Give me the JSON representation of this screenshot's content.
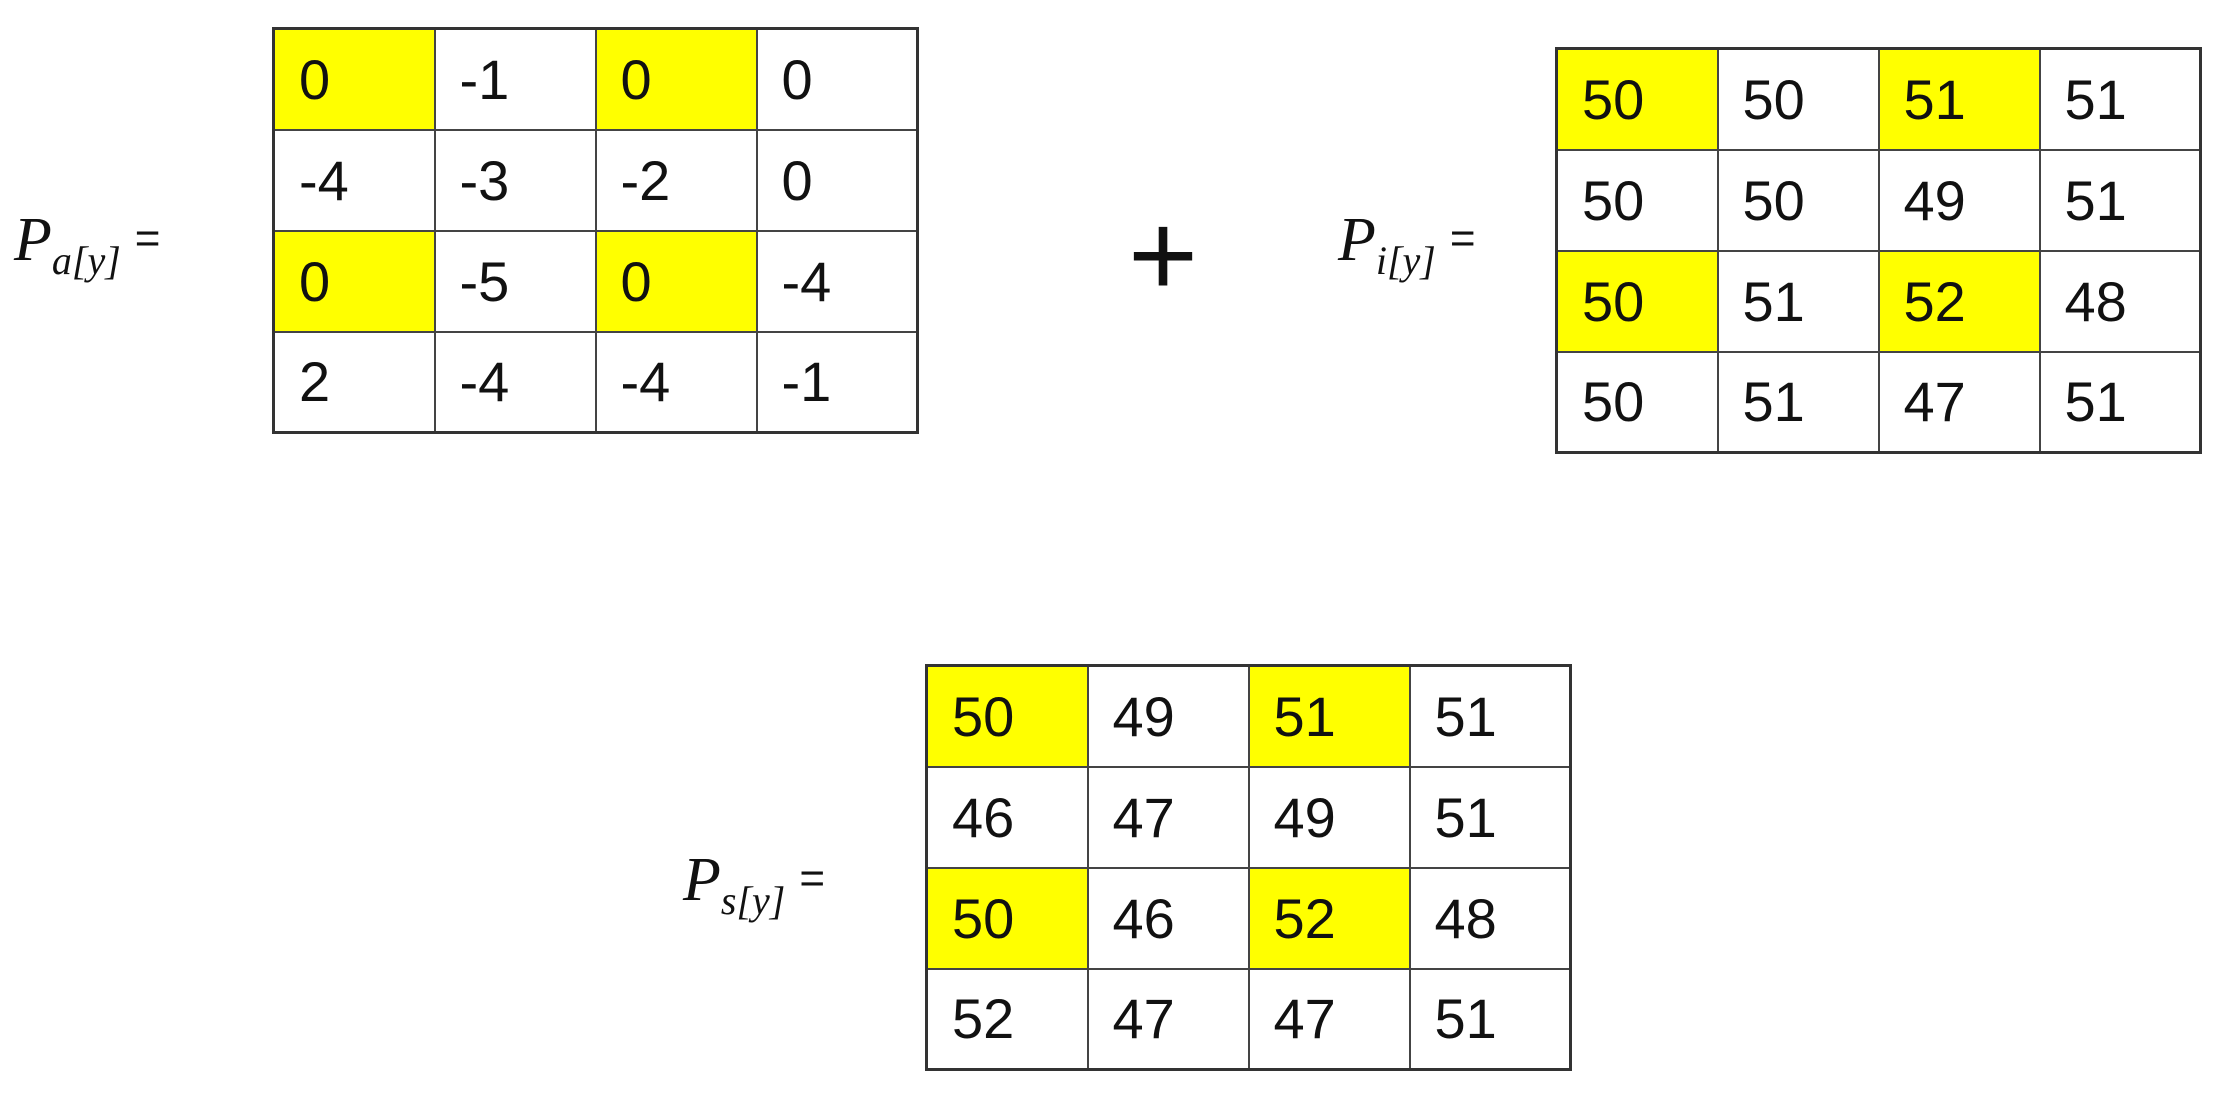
{
  "highlight_color": "#ffff00",
  "operator": "+",
  "matrices": [
    {
      "id": "a",
      "label_base": "P",
      "label_sub": "a[y]",
      "equals": "=",
      "rows": [
        [
          "0",
          "-1",
          "0",
          "0"
        ],
        [
          "-4",
          "-3",
          "-2",
          "0"
        ],
        [
          "0",
          "-5",
          "0",
          "-4"
        ],
        [
          "2",
          "-4",
          "-4",
          "-1"
        ]
      ]
    },
    {
      "id": "i",
      "label_base": "P",
      "label_sub": "i[y]",
      "equals": "=",
      "rows": [
        [
          "50",
          "50",
          "51",
          "51"
        ],
        [
          "50",
          "50",
          "49",
          "51"
        ],
        [
          "50",
          "51",
          "52",
          "48"
        ],
        [
          "50",
          "51",
          "47",
          "51"
        ]
      ]
    },
    {
      "id": "s",
      "label_base": "P",
      "label_sub": "s[y]",
      "equals": "=",
      "rows": [
        [
          "50",
          "49",
          "51",
          "51"
        ],
        [
          "46",
          "47",
          "49",
          "51"
        ],
        [
          "50",
          "46",
          "52",
          "48"
        ],
        [
          "52",
          "47",
          "47",
          "51"
        ]
      ]
    }
  ],
  "highlighted_cells": [
    [
      0,
      0
    ],
    [
      0,
      2
    ],
    [
      2,
      0
    ],
    [
      2,
      2
    ]
  ]
}
